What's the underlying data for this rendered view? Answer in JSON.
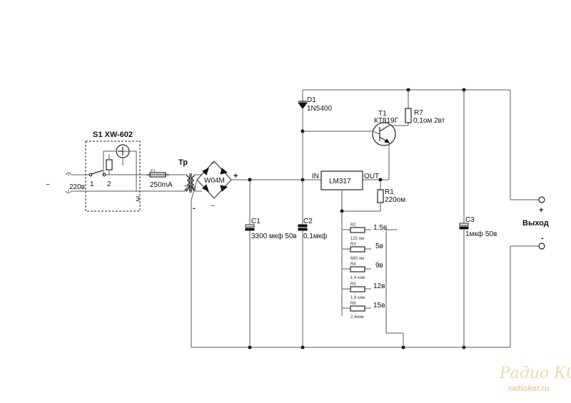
{
  "input": {
    "tilde": "~",
    "voltage": "220в",
    "pin1": "1",
    "pin2": "2",
    "pin3": "3"
  },
  "switch": {
    "name": "S1 XW-602"
  },
  "fuse": {
    "ref": "F1",
    "value": "250mA"
  },
  "transformer": {
    "ref": "Тр",
    "voltage": "25в"
  },
  "bridge": {
    "ref": "W04M",
    "plus": "+",
    "minus": "-",
    "ac_top": "~",
    "ac_bottom": "~"
  },
  "d1": {
    "ref": "D1",
    "part": "1N5400"
  },
  "t1": {
    "ref": "T1",
    "part": "КТ819Г"
  },
  "r7": {
    "ref": "R7",
    "value": "0,1ом 2вт"
  },
  "regulator": {
    "part": "LM317",
    "in": "IN",
    "out": "OUT"
  },
  "r1": {
    "ref": "R1",
    "value": "220ом"
  },
  "c1": {
    "ref": "C1",
    "value": "3300 мкф 50в"
  },
  "c2": {
    "ref": "C2",
    "value": "0,1мкф"
  },
  "c3": {
    "ref": "C3",
    "value": "1мкф 50в"
  },
  "dividers": [
    {
      "ref": "R2",
      "value": "120 ом",
      "voltage": "1,5в"
    },
    {
      "ref": "R3",
      "value": "680 ом",
      "voltage": "5в"
    },
    {
      "ref": "R4",
      "value": "1,4 ком",
      "voltage": "9в"
    },
    {
      "ref": "R5",
      "value": "1,9 ком",
      "voltage": "12в"
    },
    {
      "ref": "R6",
      "value": "2,4ком",
      "voltage": "15в"
    }
  ],
  "output": {
    "label": "Выход",
    "plus": "+",
    "minus": "-"
  },
  "watermark": {
    "brand": "Радио КОТ",
    "site": "radiokot.ru"
  }
}
